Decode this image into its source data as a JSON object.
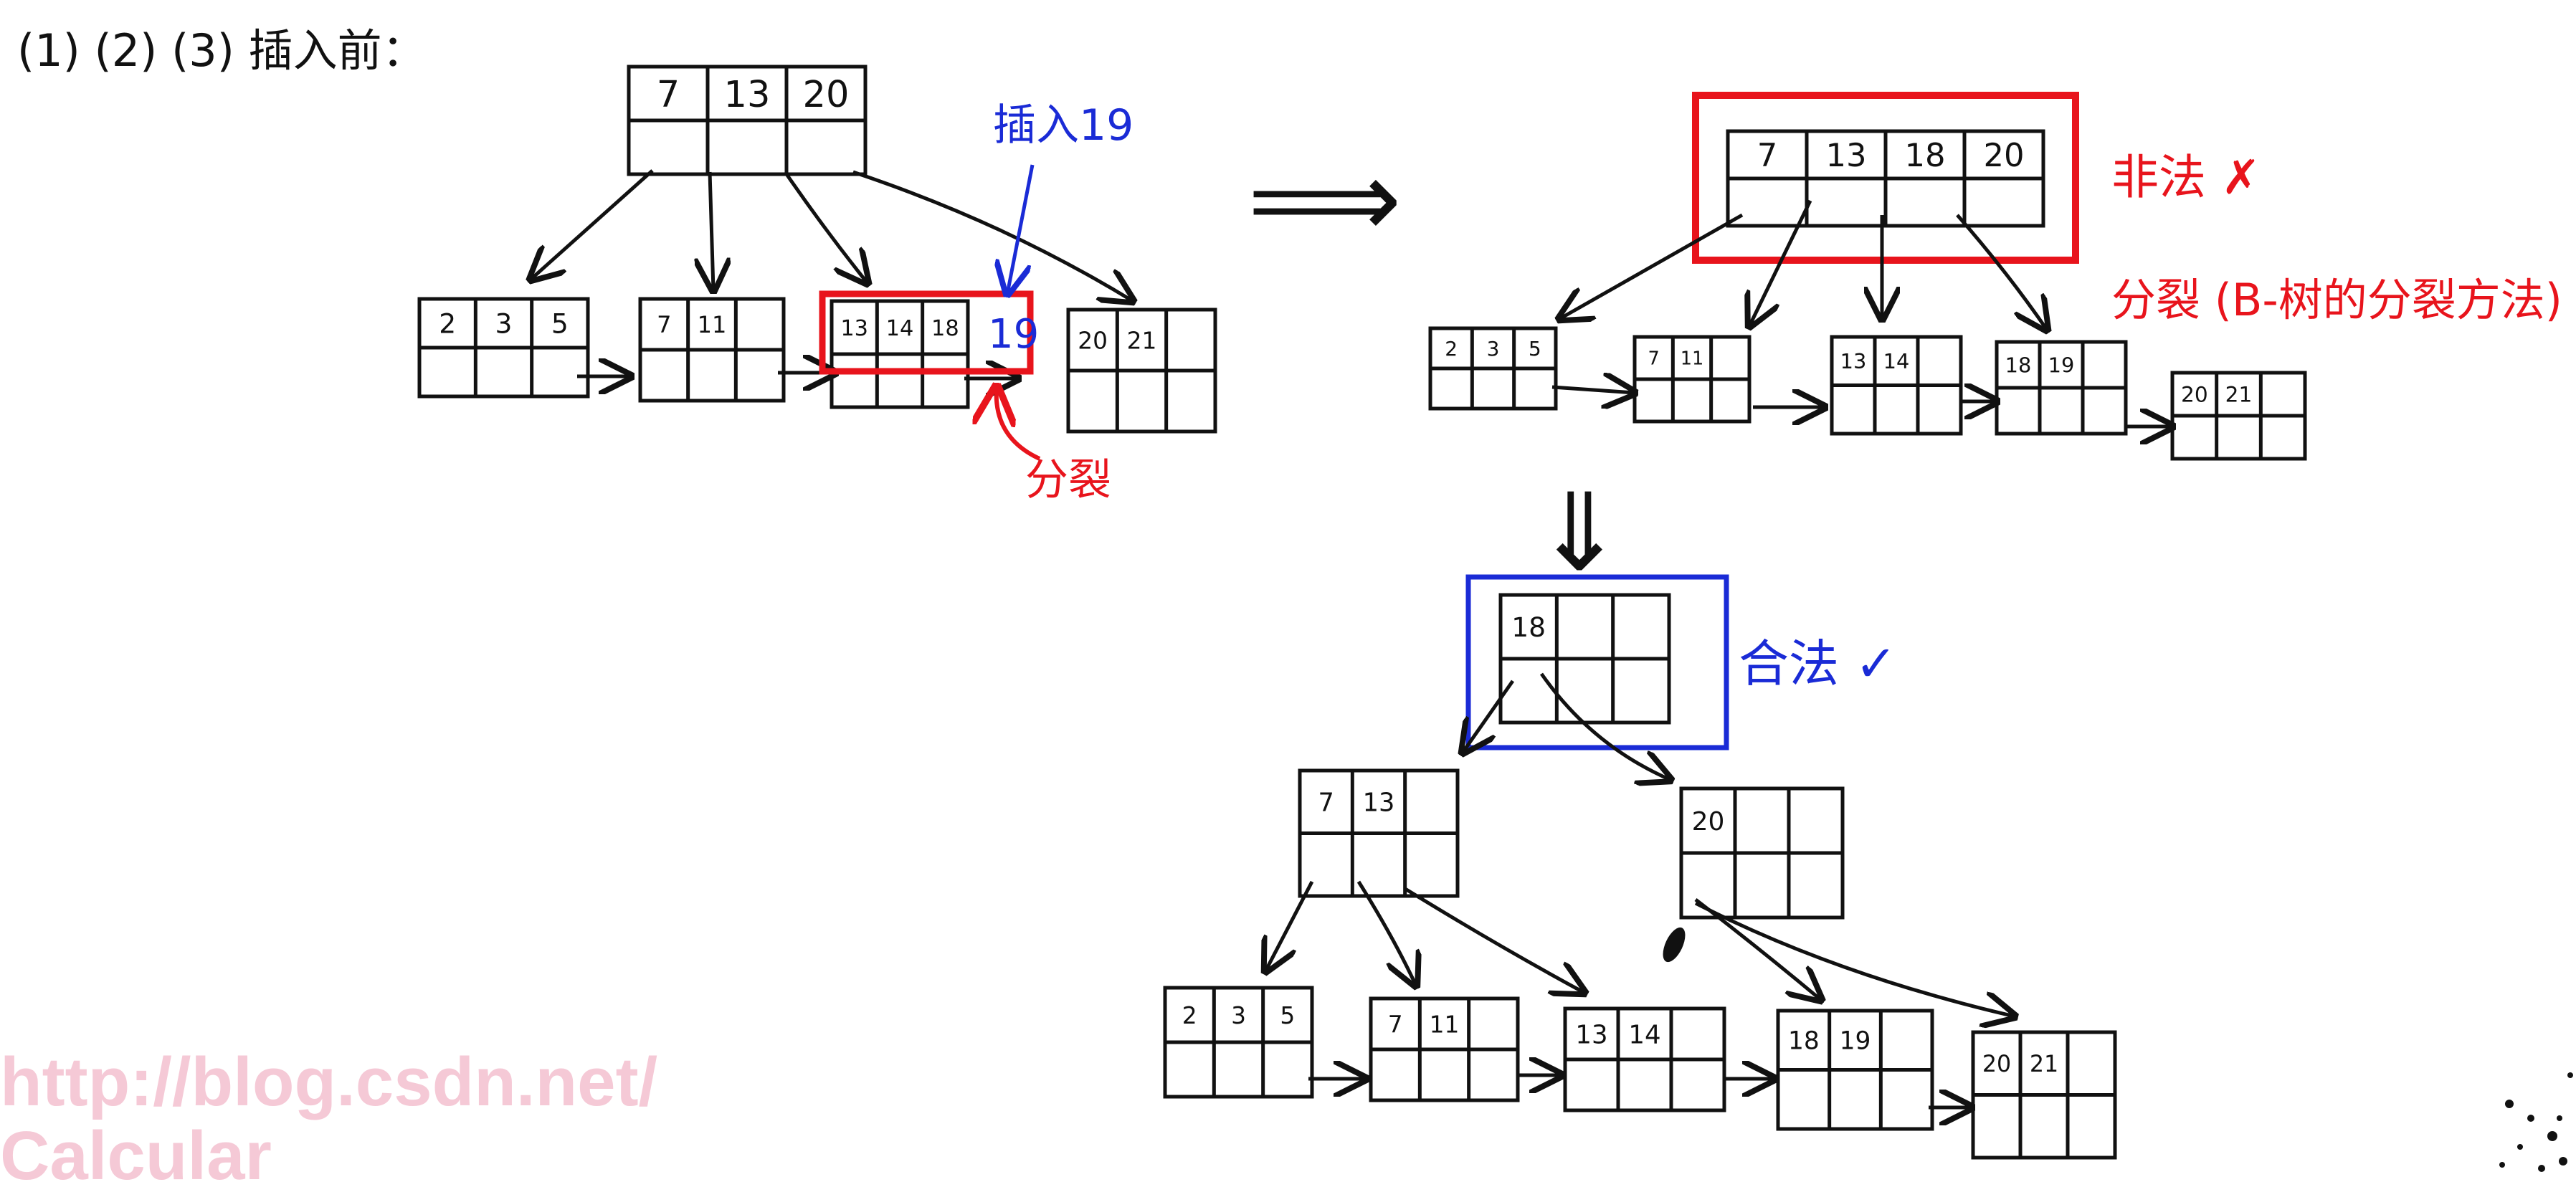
{
  "heading": "(1) (2) (3) 插入前：",
  "colors": {
    "ink": "#111111",
    "red": "#e8141c",
    "blue": "#1a2bd6",
    "watermark": "#f5c9d6"
  },
  "nodes": {
    "t_root": {
      "keys": [
        "7",
        "13",
        "20"
      ],
      "slots": 3
    },
    "t_l1": {
      "keys": [
        "2",
        "3",
        "5"
      ],
      "slots": 3
    },
    "t_l2": {
      "keys": [
        "7",
        "11"
      ],
      "slots": 3
    },
    "t_l3": {
      "keys": [
        "13",
        "14",
        "18",
        "19"
      ],
      "slots": 3
    },
    "t_l4": {
      "keys": [
        "20",
        "21"
      ],
      "slots": 3
    },
    "s_root": {
      "keys": [
        "7",
        "13",
        "18",
        "20"
      ],
      "slots": 4
    },
    "s_l1": {
      "keys": [
        "2",
        "3",
        "5"
      ],
      "slots": 3
    },
    "s_l2": {
      "keys": [
        "7",
        "11"
      ],
      "slots": 3
    },
    "s_l3": {
      "keys": [
        "13",
        "14"
      ],
      "slots": 3
    },
    "s_l4": {
      "keys": [
        "18",
        "19"
      ],
      "slots": 3
    },
    "s_l5": {
      "keys": [
        "20",
        "21"
      ],
      "slots": 3
    },
    "b_root": {
      "keys": [
        "18"
      ],
      "slots": 3
    },
    "b_m1": {
      "keys": [
        "7",
        "13"
      ],
      "slots": 3
    },
    "b_m2": {
      "keys": [
        "20"
      ],
      "slots": 3
    },
    "b_l1": {
      "keys": [
        "2",
        "3",
        "5"
      ],
      "slots": 3
    },
    "b_l2": {
      "keys": [
        "7",
        "11"
      ],
      "slots": 3
    },
    "b_l3": {
      "keys": [
        "13",
        "14"
      ],
      "slots": 3
    },
    "b_l4": {
      "keys": [
        "18",
        "19"
      ],
      "slots": 3
    },
    "b_l5": {
      "keys": [
        "20",
        "21"
      ],
      "slots": 3
    }
  },
  "annotations": {
    "insert": "插入19",
    "split_top": "分裂",
    "illegal": "非法 ✗",
    "split_note": "分裂 (B-树的分裂方法)",
    "legal": "合法 ✓"
  },
  "arrows": {
    "right_double": "⟹",
    "down_double": "⇓"
  },
  "watermark": {
    "line1": "http://blog.csdn.net/",
    "line2": "Calcular"
  }
}
